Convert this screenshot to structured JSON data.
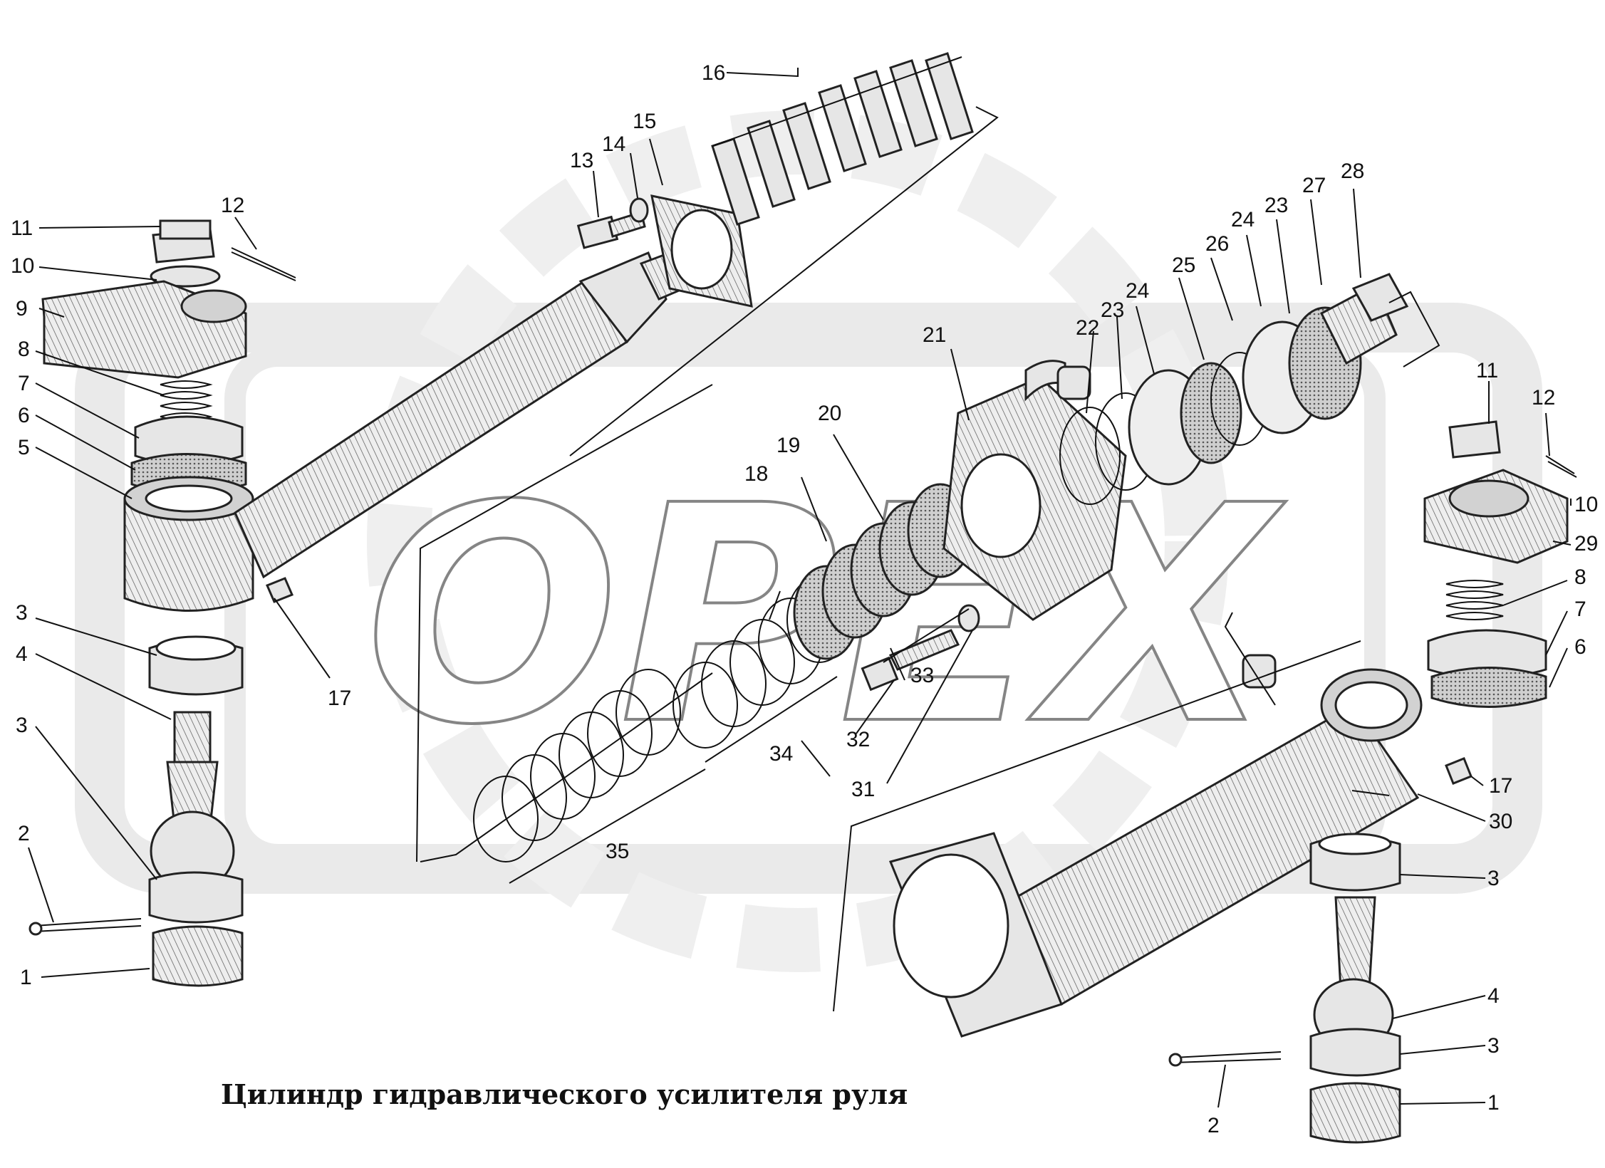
{
  "title": "Цилиндр гидравлического усилителя руля",
  "watermark": "ОРЕХ",
  "colors": {
    "background": "#ffffff",
    "ink": "#111111",
    "watermark": "#d9d9d9"
  },
  "labels": [
    "1",
    "1",
    "2",
    "2",
    "3",
    "3",
    "3",
    "3",
    "4",
    "4",
    "5",
    "6",
    "6",
    "7",
    "7",
    "8",
    "8",
    "9",
    "10",
    "10",
    "11",
    "11",
    "12",
    "12",
    "13",
    "14",
    "15",
    "16",
    "17",
    "17",
    "18",
    "19",
    "20",
    "21",
    "22",
    "23",
    "23",
    "24",
    "24",
    "25",
    "26",
    "27",
    "28",
    "29",
    "30",
    "31",
    "32",
    "33",
    "34",
    "35"
  ]
}
